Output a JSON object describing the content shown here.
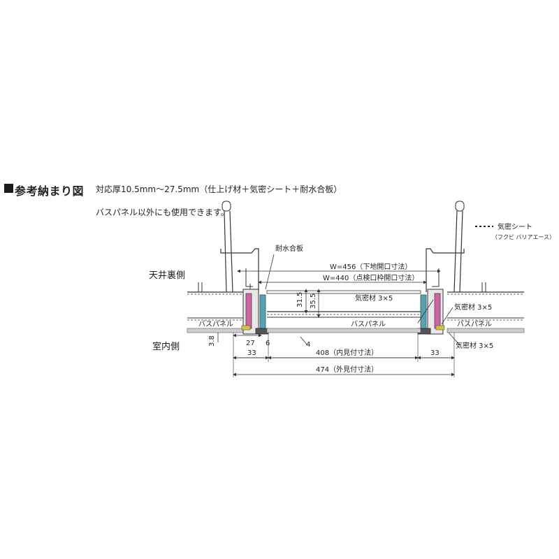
{
  "header": {
    "title": "参考納まり図",
    "spec": "対応厚10.5mm〜27.5mm（仕上げ材＋気密シート＋耐水合板）",
    "note": "バスパネル以外にも使用できます。"
  },
  "legend": {
    "line1": "気密シート",
    "line2": "（フクビ バリアエース）"
  },
  "labels": {
    "ceiling_back": "天井裏側",
    "indoor": "室内側",
    "plywood": "耐水合板",
    "w456": "W=456（下地開口寸法）",
    "w440": "W=440（点検口枠開口寸法）",
    "airtight_center": "気密材 3×5",
    "airtight_right_upper": "気密材 3×5",
    "airtight_right_lower": "気密材 3×5",
    "bus_panel_left": "バスパネル",
    "bus_panel_center": "バスパネル",
    "bus_panel_right": "バスパネル"
  },
  "dimensions": {
    "d31_5": "31.5",
    "d35_5": "35.5",
    "d3_8": "3.8",
    "d27": "27",
    "d6": "6",
    "d4": "4",
    "d33_left": "33",
    "d408": "408（内見付寸法）",
    "d33_right": "33",
    "d474": "474（外見付寸法）"
  }
}
